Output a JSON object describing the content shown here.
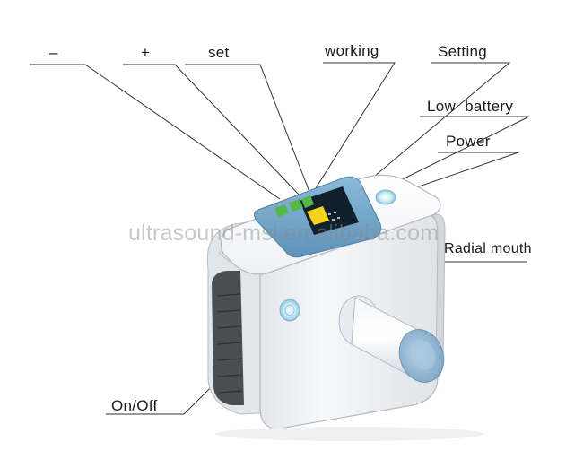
{
  "labels": {
    "minus": "–",
    "plus": "+",
    "set": "set",
    "working": "working",
    "setting": "Setting",
    "low_battery": "Low  battery",
    "power": "Power",
    "radial_mouth": "Radial mouth",
    "on_off": "On/Off"
  },
  "watermark": "ultrasound-msl.en.alibaba.com",
  "colors": {
    "display_panel": "#6fa3c8",
    "screen": "#12202c",
    "button_green": "#56b848",
    "indicator_yellow": "#f5d31b",
    "grip": "#4b4d55",
    "mouth_cap": "#8fb6d4",
    "power_button": "#bfe3f0"
  }
}
